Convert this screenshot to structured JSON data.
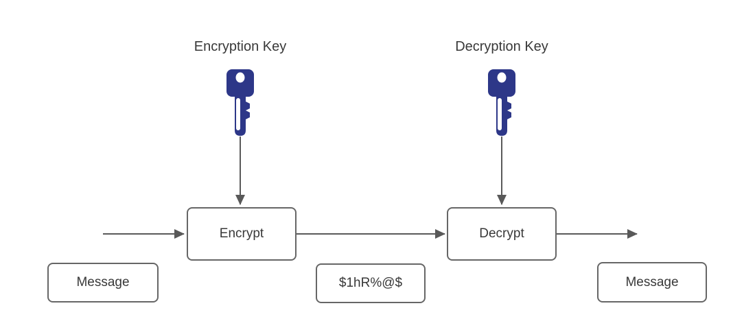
{
  "canvas": {
    "background": "#ffffff"
  },
  "colors": {
    "key_fill": "#2d3788",
    "node_border": "#666666",
    "arrow": "#595959",
    "text": "#383838"
  },
  "labels": {
    "encryption_key": "Encryption Key",
    "decryption_key": "Decryption Key"
  },
  "nodes": {
    "encrypt": {
      "label": "Encrypt"
    },
    "decrypt": {
      "label": "Decrypt"
    },
    "message_left": {
      "label": "Message"
    },
    "ciphertext": {
      "label": "$1hR%@$"
    },
    "message_right": {
      "label": "Message"
    }
  },
  "icons": {
    "encryption_key_icon": "key-icon",
    "decryption_key_icon": "key-icon"
  }
}
